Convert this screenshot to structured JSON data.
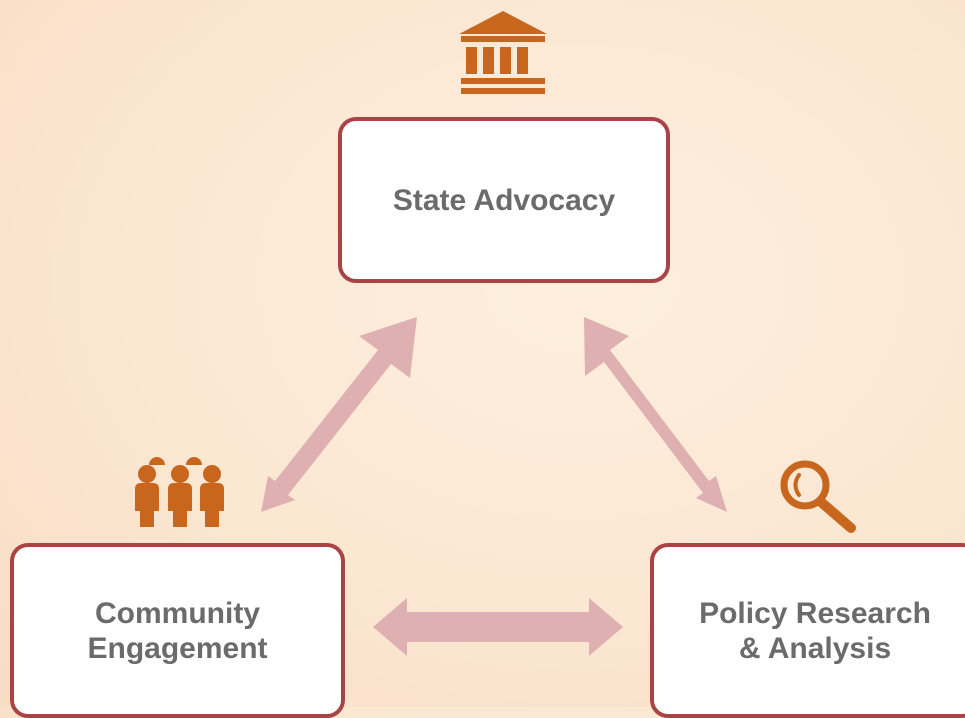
{
  "nodes": {
    "state_advocacy": {
      "label": "State Advocacy",
      "icon": "government-building-icon"
    },
    "community_engagement": {
      "label": "Community\nEngagement",
      "icon": "people-group-icon"
    },
    "policy_research": {
      "label": "Policy Research\n& Analysis",
      "icon": "magnifying-glass-icon"
    }
  },
  "colors": {
    "background": "#fbe7d2",
    "node_border": "#a94346",
    "node_text": "#6b6b6b",
    "arrow": "#dfb0b1",
    "icon": "#c8661e"
  }
}
